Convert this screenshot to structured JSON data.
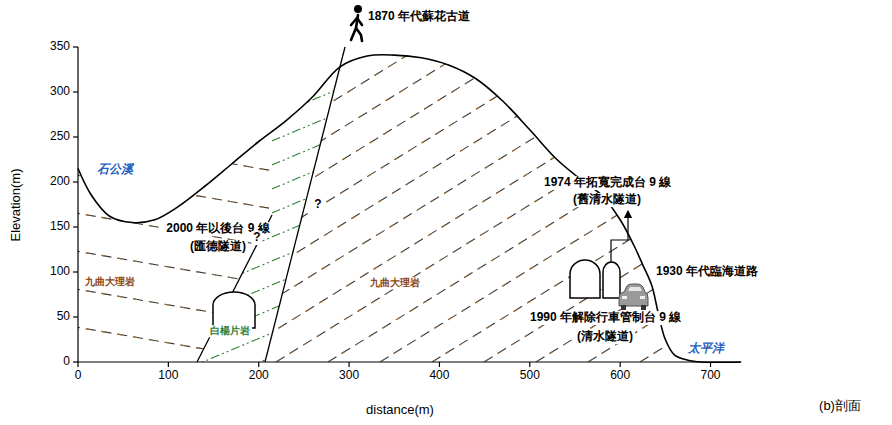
{
  "diagram": {
    "caption": "(b)剖面",
    "labels": [
      "1870 年代蘇花古道",
      "石公溪",
      "2000 年以後台 9 線",
      "(匯德隧道)",
      "?",
      "?",
      "九曲大理岩",
      "白楊片岩",
      "九曲大理岩",
      "1974 年拓寬完成台 9 線",
      "(舊清水隧道)",
      "1930 年代臨海道路",
      "1990 年解除行車管制台 9 線",
      "(清水隧道)",
      "太平洋",
      "Elevation(m)",
      "350",
      "300",
      "250",
      "200",
      "150",
      "100",
      "50",
      "0",
      "0",
      "100",
      "200",
      "300",
      "400",
      "500",
      "600",
      "700",
      "distance(m)"
    ]
  }
}
